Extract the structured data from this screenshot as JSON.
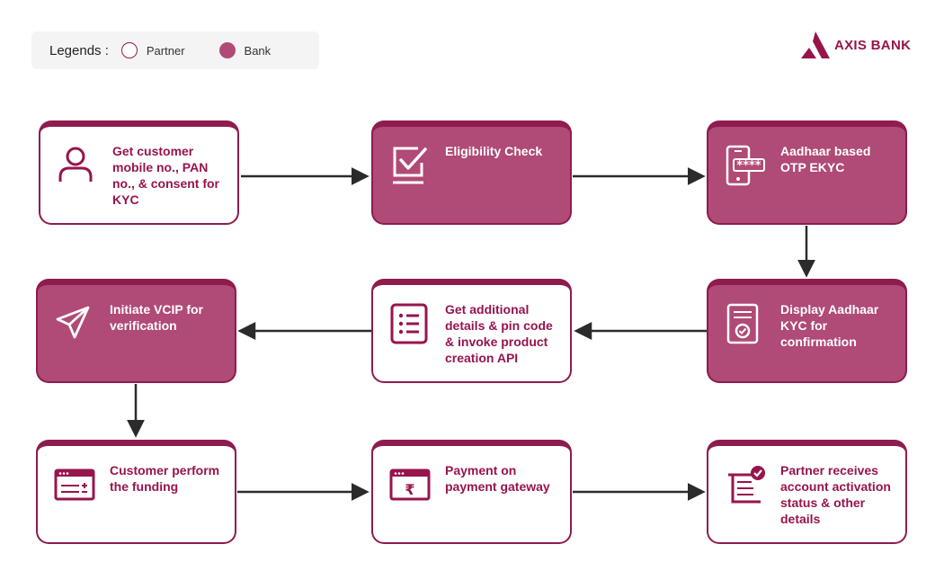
{
  "legend": {
    "title": "Legends :",
    "partner_label": "Partner",
    "bank_label": "Bank"
  },
  "brand": {
    "name": "AXIS BANK"
  },
  "colors": {
    "partner_fill": "#ffffff",
    "bank_fill": "#b04a76",
    "border": "#8e1c4f",
    "arrow": "#2b2b2b"
  },
  "steps": [
    {
      "id": "collect",
      "label": "Get customer mobile no., PAN no., & consent for KYC",
      "owner": "Partner",
      "icon": "user-icon"
    },
    {
      "id": "eligibility",
      "label": "Eligibility Check",
      "owner": "Bank",
      "icon": "checkbox-icon"
    },
    {
      "id": "otp",
      "label": "Aadhaar based OTP EKYC",
      "owner": "Bank",
      "icon": "phone-otp-icon"
    },
    {
      "id": "display_kyc",
      "label": "Display Aadhaar KYC for confirmation",
      "owner": "Bank",
      "icon": "document-check-icon"
    },
    {
      "id": "details",
      "label": "Get additional details & pin code & invoke product creation API",
      "owner": "Partner",
      "icon": "list-icon"
    },
    {
      "id": "vcip",
      "label": "Initiate VCIP for verification",
      "owner": "Bank",
      "icon": "send-icon"
    },
    {
      "id": "funding",
      "label": "Customer perform the funding",
      "owner": "Partner",
      "icon": "browser-calc-icon"
    },
    {
      "id": "payment",
      "label": "Payment on payment gateway",
      "owner": "Partner",
      "icon": "browser-rupee-icon"
    },
    {
      "id": "activation",
      "label": "Partner receives account activation status & other details",
      "owner": "Partner",
      "icon": "scroll-check-icon"
    }
  ],
  "flow": [
    [
      "collect",
      "eligibility"
    ],
    [
      "eligibility",
      "otp"
    ],
    [
      "otp",
      "display_kyc"
    ],
    [
      "display_kyc",
      "details"
    ],
    [
      "details",
      "vcip"
    ],
    [
      "vcip",
      "funding"
    ],
    [
      "funding",
      "payment"
    ],
    [
      "payment",
      "activation"
    ]
  ]
}
